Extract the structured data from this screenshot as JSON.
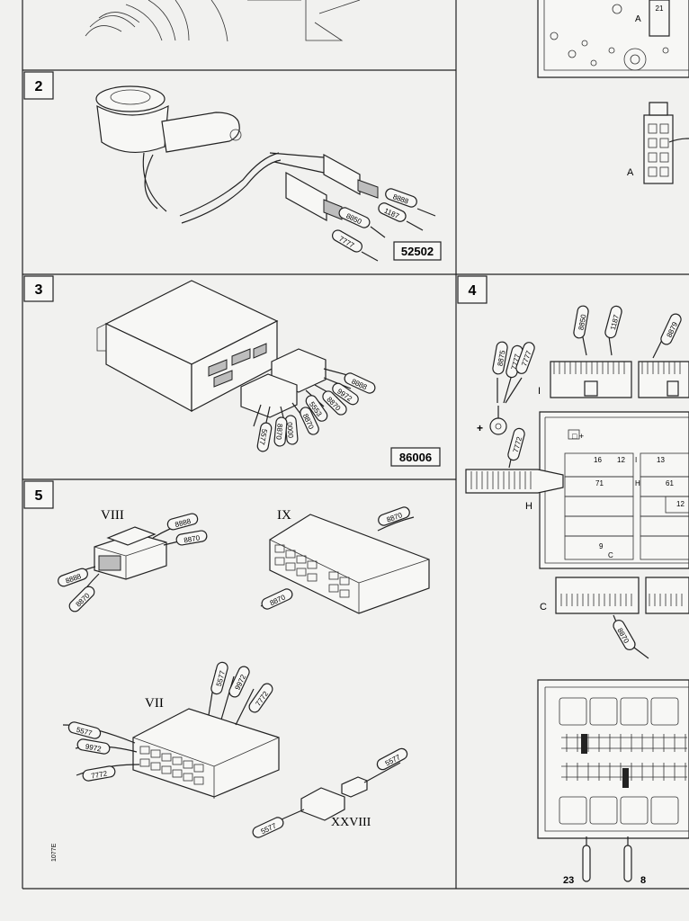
{
  "panels": [
    {
      "number": "2",
      "code": "52502",
      "wire_labels": [
        "8888",
        "1187",
        "8850",
        "7777"
      ]
    },
    {
      "number": "3",
      "code": "86006",
      "wire_labels": [
        "8888",
        "9972",
        "8870",
        "5553",
        "8870",
        "0000",
        "8870",
        "5577"
      ]
    },
    {
      "number": "4",
      "wire_labels": [
        "8875",
        "7777",
        "7777",
        "8850",
        "1187",
        "8879",
        "7772",
        "8870"
      ],
      "connector_labels": {
        "I": "I",
        "H": "H",
        "C": "C",
        "plus": "+",
        "box_plus": "□ +",
        "slots": [
          "16",
          "12",
          "I",
          "13",
          "71",
          "H",
          "61",
          "12",
          "9",
          "C"
        ]
      },
      "pins": [
        "23",
        "8"
      ]
    },
    {
      "number": "5",
      "connectors": [
        {
          "roman": "VIII",
          "wires": [
            "8888",
            "8870",
            "8888",
            "8870"
          ]
        },
        {
          "roman": "IX",
          "wires": [
            "8870",
            "8870"
          ]
        },
        {
          "roman": "VII",
          "wires": [
            "5577",
            "9972",
            "7772",
            "5577",
            "9972",
            "7772"
          ]
        },
        {
          "roman": "XXVIII",
          "wires": [
            "5577",
            "5577"
          ]
        }
      ]
    }
  ],
  "top_right": {
    "label_a": "A",
    "label_21": "21",
    "label_a2": "A"
  },
  "margin_note": "1077E"
}
